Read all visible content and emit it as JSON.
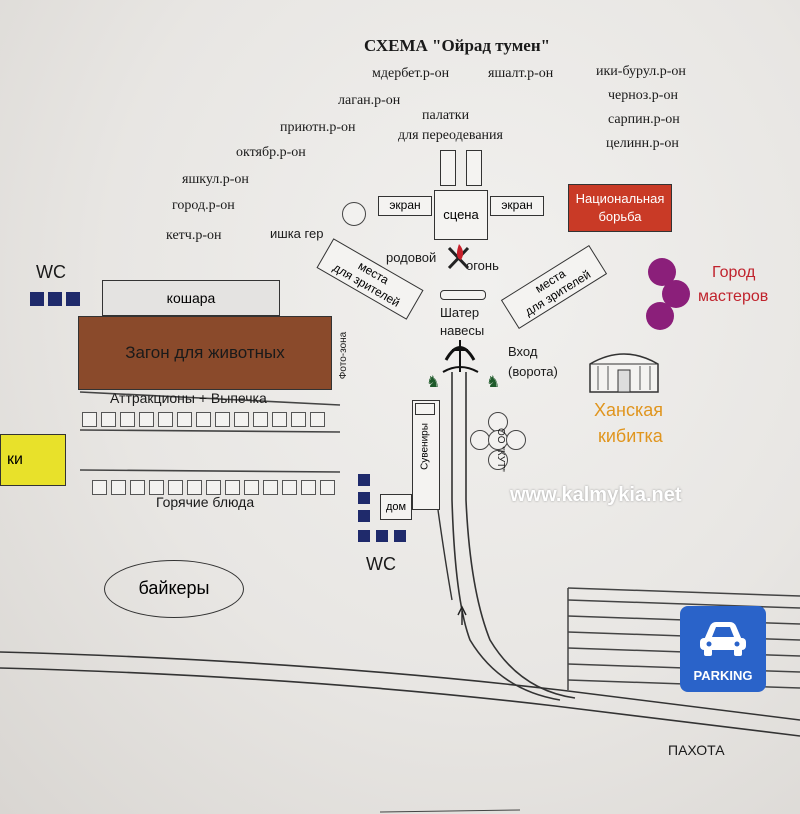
{
  "title": "СХЕМА \"Ойрад тумен\"",
  "districts": {
    "mdrbet": "мдербет.р-он",
    "yashalt": "яшалт.р-он",
    "iki_burul": "ики-бурул.р-он",
    "lagan": "лаган.р-он",
    "chernoz": "черноз.р-он",
    "priyutn": "приютн.р-он",
    "sarpin": "сарпин.р-он",
    "oktyabr": "октябр.р-он",
    "tselinn": "целинн.р-он",
    "yashkul": "яшкул.р-он",
    "gorod": "город.р-он",
    "ketch": "кетч.р-он"
  },
  "tents": {
    "line1": "палатки",
    "line2": "для переодевания"
  },
  "stage": {
    "screen_left": "экран",
    "scene": "сцена",
    "screen_right": "экран",
    "fire_left": "родовой",
    "fire_right": "огонь"
  },
  "ishka_ger": "ишка гер",
  "seats_left": {
    "line1": "места",
    "line2": "для зрителей"
  },
  "seats_right": {
    "line1": "места",
    "line2": "для зрителей"
  },
  "shater": {
    "line1": "Шатер",
    "line2": "навесы"
  },
  "entrance": {
    "line1": "Вход",
    "line2": "(ворота)"
  },
  "wrestling": {
    "line1": "Национальная",
    "line2": "борьба",
    "color": "#c93a26"
  },
  "masters_town": {
    "line1": "Город",
    "line2": "мастеров",
    "color": "#c0232d",
    "dot_color": "#8b1f7a"
  },
  "khan_tent": {
    "line1": "Ханская",
    "line2": "кибитка",
    "color": "#e0951e"
  },
  "wc_top": "WC",
  "koshara": "кошара",
  "pen": {
    "label": "Загон для животных",
    "color": "#8a4a2b"
  },
  "photo_zone": "Фото-зона",
  "attractions": "Аттракционы + Выпечка",
  "yellow_box": {
    "label": "ки",
    "color": "#e8e12a"
  },
  "hot_food": "Горячие блюда",
  "souvenirs": "Сувениры",
  "house": "дом",
  "wc_bottom": "WC",
  "kut": "ОО \"КУТ\"",
  "bikers": "байкеры",
  "watermark": "www.kalmykia.net",
  "parking": {
    "label": "PARKING",
    "color": "#2a63c9"
  },
  "pakhota": "ПАХОТА"
}
